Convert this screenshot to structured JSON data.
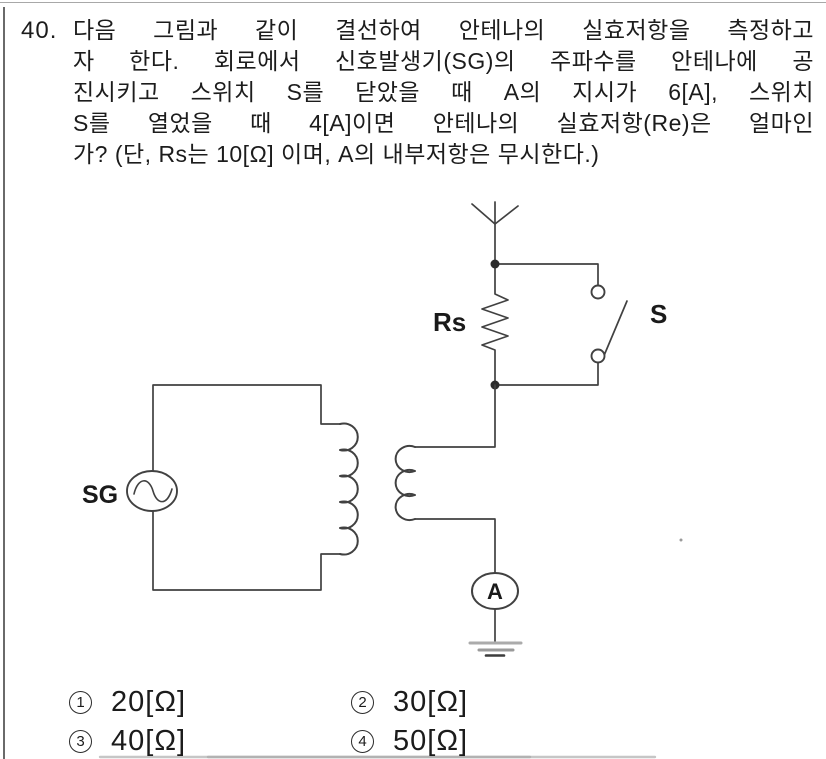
{
  "question": {
    "number": "40.",
    "lines": [
      "다음 그림과 같이 결선하여 안테나의 실효저항을 측정하고",
      "자 한다. 회로에서 신호발생기(SG)의 주파수를 안테나에 공",
      "진시키고 스위치 S를 닫았을 때 A의 지시가 6[A], 스위치",
      "S를 열었을 때 4[A]이면 안테나의 실효저항(Re)은 얼마인",
      "가? (단, Rs는 10[Ω] 이며, A의 내부저항은 무시한다.)"
    ]
  },
  "circuit": {
    "source_label": "SG",
    "resistor_label": "Rs",
    "switch_label": "S",
    "ammeter_label": "A"
  },
  "options": [
    {
      "num": "1",
      "value": "20[Ω]"
    },
    {
      "num": "2",
      "value": "30[Ω]"
    },
    {
      "num": "3",
      "value": "40[Ω]"
    },
    {
      "num": "4",
      "value": "50[Ω]"
    }
  ]
}
